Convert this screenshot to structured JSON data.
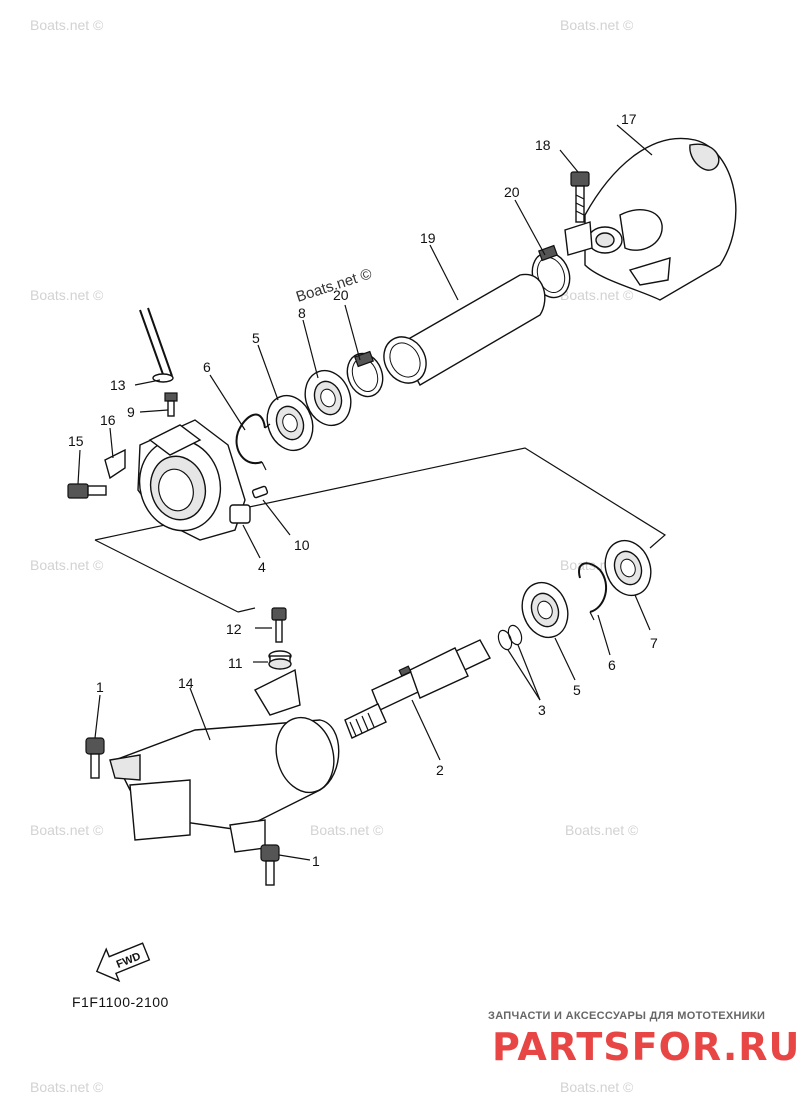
{
  "watermark": "Boats.net ©",
  "diagram_code": "F1F1100-2100",
  "fwd_label": "FWD",
  "store": {
    "tagline": "ЗАПЧАСТИ И АКСЕССУАРЫ ДЛЯ МОТОТЕХНИКИ",
    "brand": "PARTSFOR.RU"
  },
  "callouts": {
    "c1a": "1",
    "c1b": "1",
    "c2": "2",
    "c3": "3",
    "c4": "4",
    "c5a": "5",
    "c5b": "5",
    "c6a": "6",
    "c6b": "6",
    "c7": "7",
    "c8": "8",
    "c9": "9",
    "c10": "10",
    "c11": "11",
    "c12": "12",
    "c13": "13",
    "c14": "14",
    "c15": "15",
    "c16": "16",
    "c17": "17",
    "c18": "18",
    "c19": "19",
    "c20a": "20",
    "c20b": "20"
  }
}
